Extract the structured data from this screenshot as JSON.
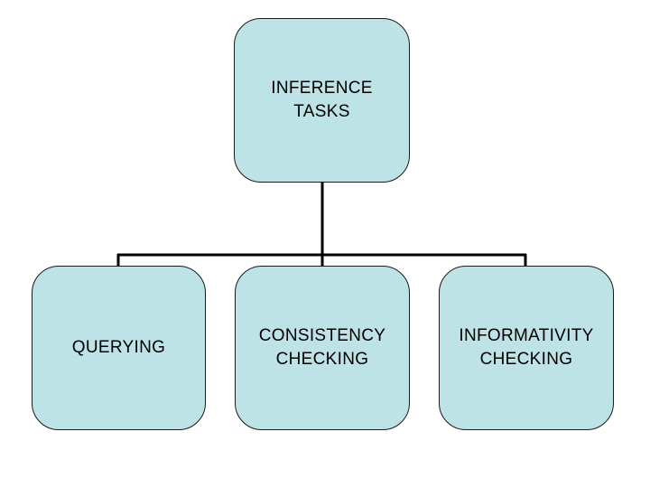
{
  "colors": {
    "node_fill": "#bde3e6",
    "node_border": "#1a1a1a",
    "connector": "#000000",
    "background": "#ffffff"
  },
  "diagram": {
    "type": "hierarchy",
    "root": {
      "label": "INFERENCE\nTASKS"
    },
    "children": [
      {
        "label": "QUERYING"
      },
      {
        "label": "CONSISTENCY\nCHECKING"
      },
      {
        "label": "INFORMATIVITY\nCHECKING"
      }
    ]
  }
}
